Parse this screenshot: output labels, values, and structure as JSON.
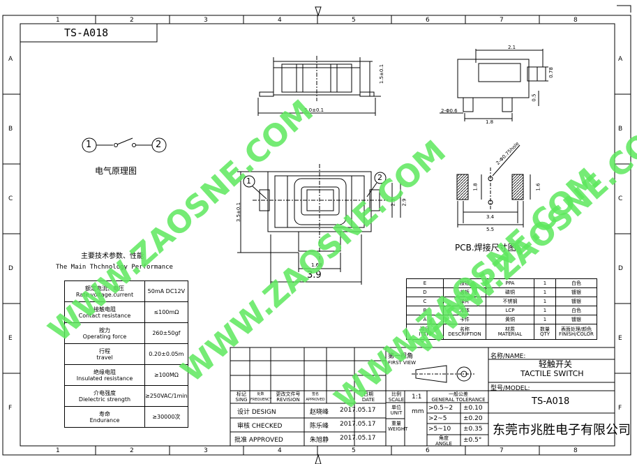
{
  "frame": {
    "col_numbers": [
      "1",
      "2",
      "3",
      "4",
      "5",
      "6",
      "7",
      "8"
    ],
    "row_letters": [
      "A",
      "B",
      "C",
      "D",
      "E",
      "F"
    ]
  },
  "part_code": "TS-A018",
  "dims": {
    "front_width": "5.0±0.1",
    "front_height": "1.5±0.1",
    "side_top": "2.1",
    "side_right": "0.78",
    "side_lead": "0.5",
    "side_pin": "2-Φ0.6",
    "side_bottom": "1.8",
    "top_height": "3.5±0.1",
    "top_inner": "2.9",
    "top_inner2": "2.3",
    "top_width": "3.9",
    "top_lead": "1.68",
    "pcb_hole": "2-Φ0.75hole",
    "pcb_pad_h": "1.8",
    "pcb_pad_h2": "1.6",
    "pcb_inner": "3.4",
    "pcb_outer": "5.5"
  },
  "schematic": {
    "pin1": "1",
    "pin2": "2",
    "title": "电气原理图"
  },
  "pcb_title": "PCB.焊接尺寸图",
  "spec": {
    "title_cn": "主要技术参数、性能",
    "title_en": "The Main Thchnology Performance",
    "rows": [
      {
        "cn": "额定电流、电压",
        "en": "Rate voltage.current",
        "value": "50mA DC12V"
      },
      {
        "cn": "接触电阻",
        "en": "Contact resistance",
        "value": "≤100mΩ"
      },
      {
        "cn": "按力",
        "en": "Operating force",
        "value": "260±50gf"
      },
      {
        "cn": "行程",
        "en": "travel",
        "value": "0.20±0.05m"
      },
      {
        "cn": "绝缘电阻",
        "en": "Insulated resistance",
        "value": "≥100MΩ"
      },
      {
        "cn": "介电强度",
        "en": "Dielectric strength",
        "value": "≥250VAC/1min"
      },
      {
        "cn": "寿命",
        "en": "Endurance",
        "value": "≥30000次"
      }
    ]
  },
  "materials": {
    "rows": [
      {
        "id": "E",
        "name": "按钮",
        "mat": "PPA",
        "qty": "1",
        "finish": "白色"
      },
      {
        "id": "D",
        "name": "盖板",
        "mat": "磷铜",
        "qty": "1",
        "finish": "镀银"
      },
      {
        "id": "C",
        "name": "弹片",
        "mat": "不锈钢",
        "qty": "1",
        "finish": "镀银"
      },
      {
        "id": "B",
        "name": "本体",
        "mat": "LCP",
        "qty": "1",
        "finish": "白色"
      },
      {
        "id": "A",
        "name": "卡件",
        "mat": "黄铜",
        "qty": "1",
        "finish": "镀银"
      }
    ],
    "header": {
      "id_cn": "项目",
      "id_en": "ITEM",
      "name_cn": "名称",
      "name_en": "DESCRIPTION",
      "mat_cn": "材质",
      "mat_en": "MATERIAL",
      "qty_cn": "数量",
      "qty_en": "QTY",
      "finish_cn": "表面处理/颜色",
      "finish_en": "FINISH/COLOR"
    }
  },
  "title_block": {
    "rev_headers": [
      {
        "cn": "标记",
        "en": "SING"
      },
      {
        "cn": "处数",
        "en": "FREQUENCY"
      },
      {
        "cn": "更改文件号",
        "en": "REVISION"
      },
      {
        "cn": "签名",
        "en": "APPROVED"
      },
      {
        "cn": "日期",
        "en": "DATE"
      }
    ],
    "design_label": "设计 DESIGN",
    "design_name": "赵晓峰",
    "design_date": "2017.05.17",
    "check_label": "审核 CHECKED",
    "check_name": "陈乐峰",
    "check_date": "2017.05.17",
    "approve_label": "批准 APPROVED",
    "approve_name": "朱旭静",
    "approve_date": "2017.05.17",
    "scale_cn": "比例",
    "scale_en": "SCALE",
    "scale_value": "1:1",
    "unit_cn": "单位",
    "unit_en": "UNIT",
    "unit_value": "mm",
    "weight_cn": "重量",
    "weight_en": "WEIGHT",
    "tol_cn": "一般公差",
    "tol_en": "GENERAL TOLERANCE",
    "tolerances": [
      {
        "range": ">0.5~2",
        "tol": "±0.10"
      },
      {
        "range": ">2~5",
        "tol": "±0.20"
      },
      {
        "range": ">5~10",
        "tol": "±0.35"
      }
    ],
    "angle_cn": "角度",
    "angle_en": "ANGLE",
    "angle_tol": "±0.5°",
    "view_cn": "第一视角",
    "view_en": "FIRST VIEW",
    "name_label": "名称/NAME:",
    "name_cn": "轻触开关",
    "name_en": "TACTILE SWITCH",
    "model_label": "型号/MODEL:",
    "model_value": "TS-A018",
    "company": "东莞市兆胜电子有限公司"
  },
  "watermark": "WWW.ZAOSNE.COM"
}
